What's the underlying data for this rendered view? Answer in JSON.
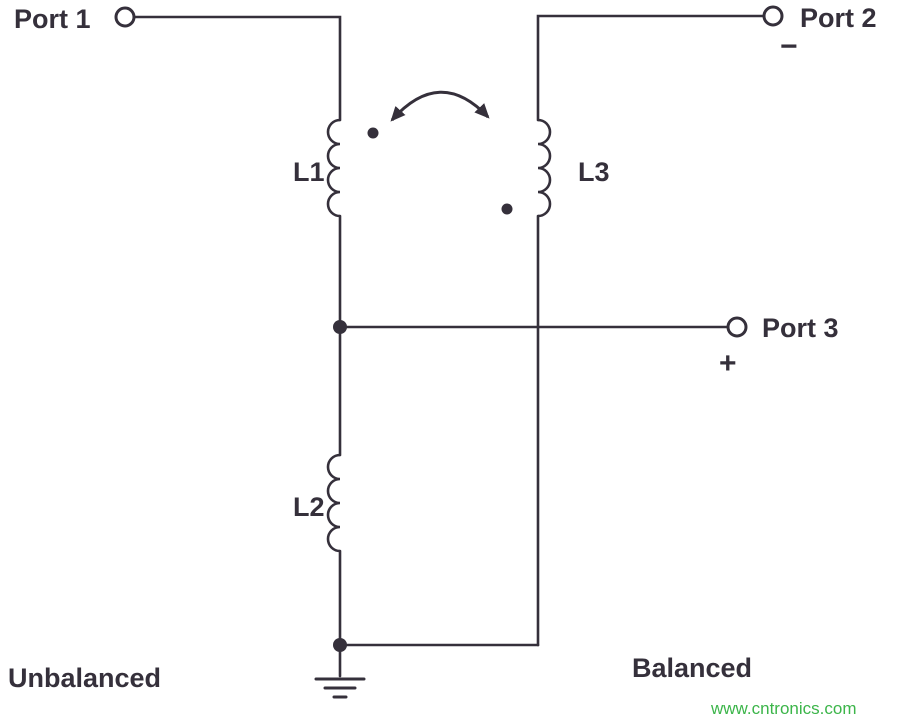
{
  "diagram": {
    "ports": {
      "port1": {
        "label": "Port 1"
      },
      "port2": {
        "label": "Port 2",
        "polarity": "−"
      },
      "port3": {
        "label": "Port 3",
        "polarity": "+"
      }
    },
    "inductors": {
      "l1": {
        "label": "L1"
      },
      "l2": {
        "label": "L2"
      },
      "l3": {
        "label": "L3"
      }
    },
    "sides": {
      "unbalanced": "Unbalanced",
      "balanced": "Balanced"
    },
    "watermark": {
      "text": "www.cntronics.com",
      "color": "#3cb54a"
    },
    "colors": {
      "line": "#35303b",
      "background": "#ffffff"
    }
  }
}
